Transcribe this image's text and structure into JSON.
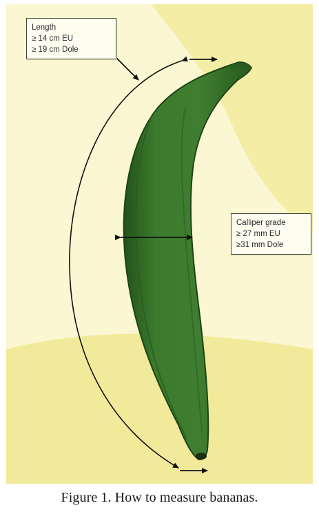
{
  "figure": {
    "caption": "Figure 1. How to measure bananas.",
    "length_label": {
      "title": "Length",
      "eu": "≥ 14 cm EU",
      "dole": "≥ 19 cm Dole"
    },
    "caliper_label": {
      "title": "Calliper grade",
      "eu": "≥ 27 mm EU",
      "dole": "≥31 mm Dole"
    },
    "colors": {
      "background_light": "#fbf7d2",
      "background_band": "#f1ea9a",
      "banana_green": "#3d7a2e",
      "banana_dark": "#1f4a17",
      "arrow": "#111111"
    }
  }
}
